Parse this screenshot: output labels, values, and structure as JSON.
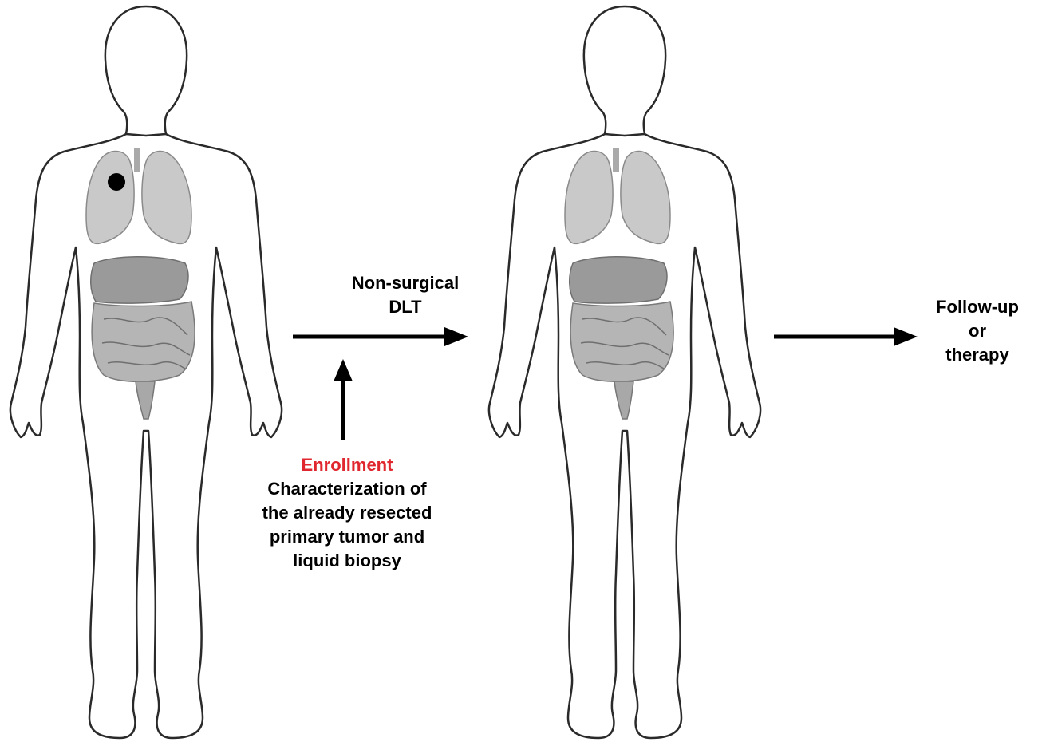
{
  "colors": {
    "enrollment_red": "#e0262e",
    "text": "#000000",
    "outline": "#2a2a2a",
    "organ_gray": "#b8b8b8",
    "tumor": "#000000"
  },
  "icons": {
    "body_left": "human-body-with-lung-tumor-icon",
    "body_right": "human-body-icon",
    "arrows": "right-arrow-icon"
  },
  "treatment": {
    "line1": "Non-surgical",
    "line2": "DLT"
  },
  "outcome": {
    "line1": "Follow-up",
    "line2": "or",
    "line3": "therapy"
  },
  "enrollment": {
    "title": "Enrollment",
    "lines": [
      "Characterization of",
      "the already resected",
      "primary tumor and",
      "liquid biopsy"
    ]
  }
}
